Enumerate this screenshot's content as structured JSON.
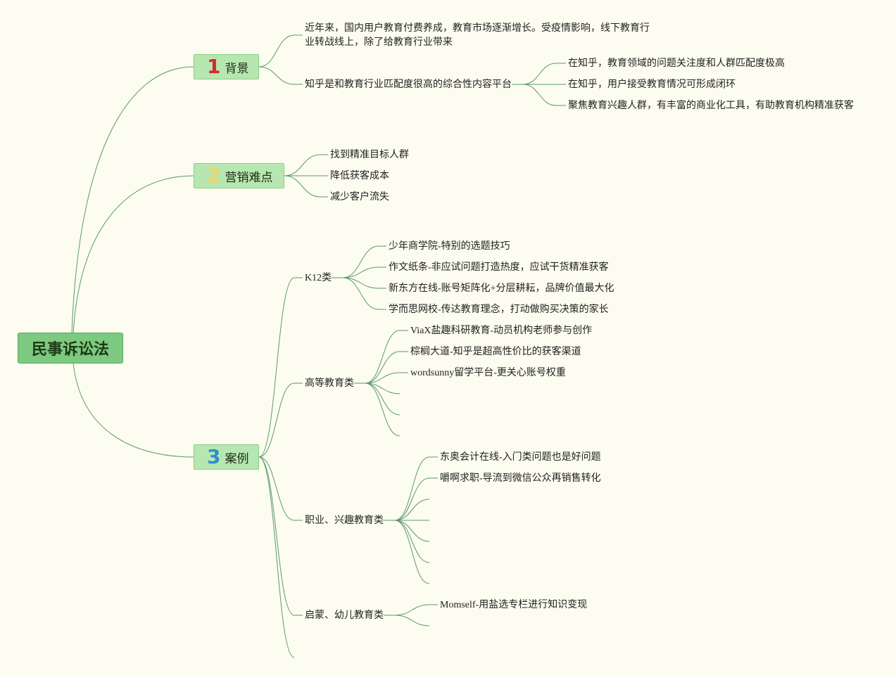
{
  "root": {
    "label": "民事诉讼法"
  },
  "branches": [
    {
      "badge": "1",
      "label": "背景",
      "badge_color": "#d42a2a"
    },
    {
      "badge": "2",
      "label": "营销难点",
      "badge_color": "#f0d36a"
    },
    {
      "badge": "3",
      "label": "案例",
      "badge_color": "#2e8fcf"
    }
  ],
  "background": {
    "item1_line1": "近年来，国内用户教育付费养成，教育市场逐渐增长。受疫情影响，线下教育行",
    "item1_line2": "业转战线上，除了给教育行业带来",
    "item2": "知乎是和教育行业匹配度很高的综合性内容平台",
    "item2_children": [
      "在知乎，教育领域的问题关注度和人群匹配度极高",
      "在知乎，用户接受教育情况可形成闭环",
      "聚焦教育兴趣人群，有丰富的商业化工具，有助教育机构精准获客"
    ]
  },
  "pain_points": [
    "找到精准目标人群",
    "降低获客成本",
    "减少客户流失"
  ],
  "cases": {
    "k12": {
      "label": "K12类",
      "items": [
        "少年商学院-特别的选题技巧",
        "作文纸条-非应试问题打造热度，应试干货精准获客",
        "新东方在线-账号矩阵化+分层耕耘，品牌价值最大化",
        "学而思网校-传达教育理念，打动做购买决策的家长"
      ]
    },
    "higher": {
      "label": "高等教育类",
      "items": [
        "ViaX盐趣科研教育-动员机构老师参与创作",
        "棕榈大道-知乎是超高性价比的获客渠道",
        "wordsunny留学平台-更关心账号权重"
      ]
    },
    "vocational": {
      "label": "职业、兴趣教育类",
      "items": [
        "东奥会计在线-入门类问题也是好问题",
        "嚼啊求职-导流到微信公众再销售转化"
      ]
    },
    "early": {
      "label": "启蒙、幼儿教育类",
      "items": [
        "Momself-用盐选专栏进行知识变现"
      ]
    }
  },
  "colors": {
    "line": "#5a9a6a",
    "root_fill": "#7dc97f",
    "branch_fill": "#b7e7b0",
    "background": "#fcfcf0"
  }
}
